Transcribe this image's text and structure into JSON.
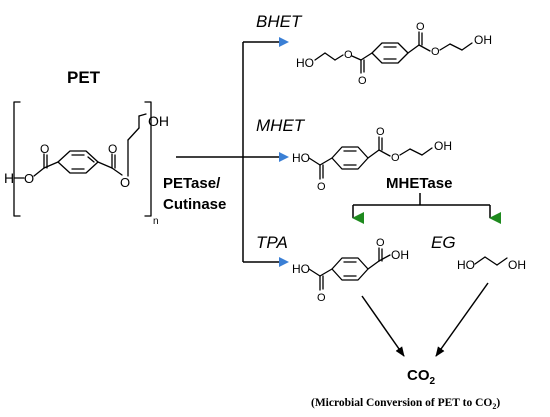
{
  "pet": {
    "label": "PET",
    "end_h": "H",
    "end_oh": "OH",
    "repeat_n": "n",
    "o": "O"
  },
  "enzymes": {
    "line1": "PETase/",
    "line2": "Cutinase"
  },
  "products": {
    "bhet": {
      "label": "BHET",
      "ho_left": "HO",
      "oh_right": "OH",
      "o": "O"
    },
    "mhet": {
      "label": "MHET",
      "ho_acid": "HO",
      "oh_right": "OH",
      "o": "O"
    },
    "tpa": {
      "label": "TPA",
      "ho_acid": "HO",
      "oh_acid": "OH",
      "o": "O"
    },
    "eg": {
      "label": "EG",
      "ho": "HO",
      "oh": "OH"
    }
  },
  "mhetase": {
    "label": "MHETase"
  },
  "co2": {
    "main": "CO",
    "sub": "2"
  },
  "caption": {
    "pre": "(Microbial Conversion of PET to CO",
    "sub": "2",
    "post": ")"
  },
  "colors": {
    "blue_arrow": "#3a7fd5",
    "green_arrow": "#1e8a1e",
    "line": "#000000"
  }
}
